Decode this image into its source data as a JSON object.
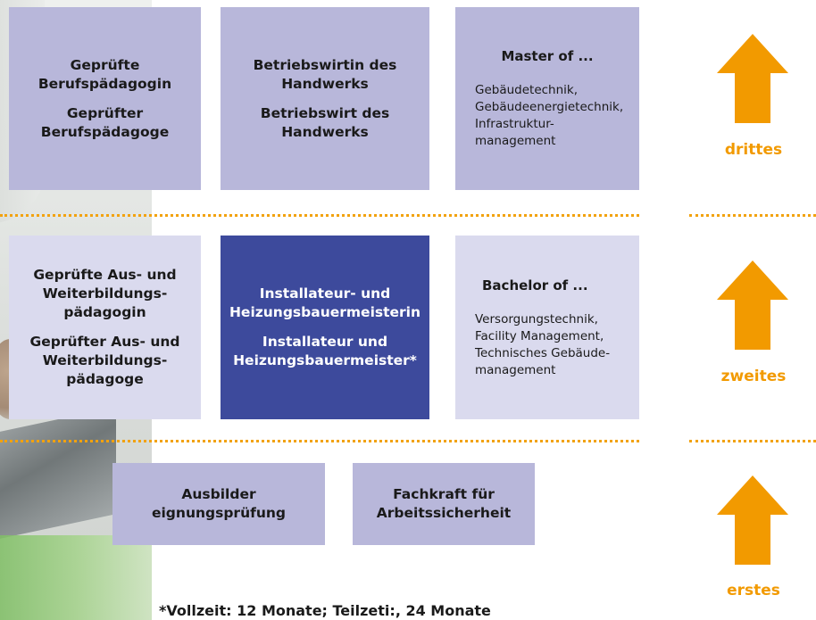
{
  "boxes": {
    "row3_col1": [
      "Geprüfte Berufspädagogin",
      "Geprüfter Berufspädagoge"
    ],
    "row3_col2": [
      "Betriebswirtin des Handwerks",
      "Betriebswirt des Handwerks"
    ],
    "row3_col3": {
      "heading": "Master of ...",
      "lines": [
        "Gebäudetechnik,",
        "Gebäudeenergietechnik,",
        "Infrastruktur-",
        "management"
      ]
    },
    "row2_col1": [
      "Geprüfte Aus- und Weiterbildungs-pädagogin",
      "Geprüfter Aus- und Weiterbildungs-pädagoge"
    ],
    "row2_col2": [
      "Installateur- und Heizungsbauermeisterin",
      "Installateur und Heizungsbauermeister*"
    ],
    "row2_col3": {
      "heading": "Bachelor of ...",
      "lines": [
        "Versorgungstechnik,",
        "Facility Management,",
        "Technisches Gebäude-",
        "management"
      ]
    },
    "row1_col1": "Ausbilder eignungsprüfung",
    "row1_col2": "Fachkraft für Arbeitssicherheit"
  },
  "levels": {
    "third": "drittes",
    "second": "zweites",
    "first": "erstes"
  },
  "footnote": "*Vollzeit: 12 Monate; Teilzeti:, 24 Monate",
  "colors": {
    "accent": "#f29a00",
    "box_mid": "#b8b7da",
    "box_light": "#dadaee",
    "box_dark": "#3d4a9c"
  }
}
